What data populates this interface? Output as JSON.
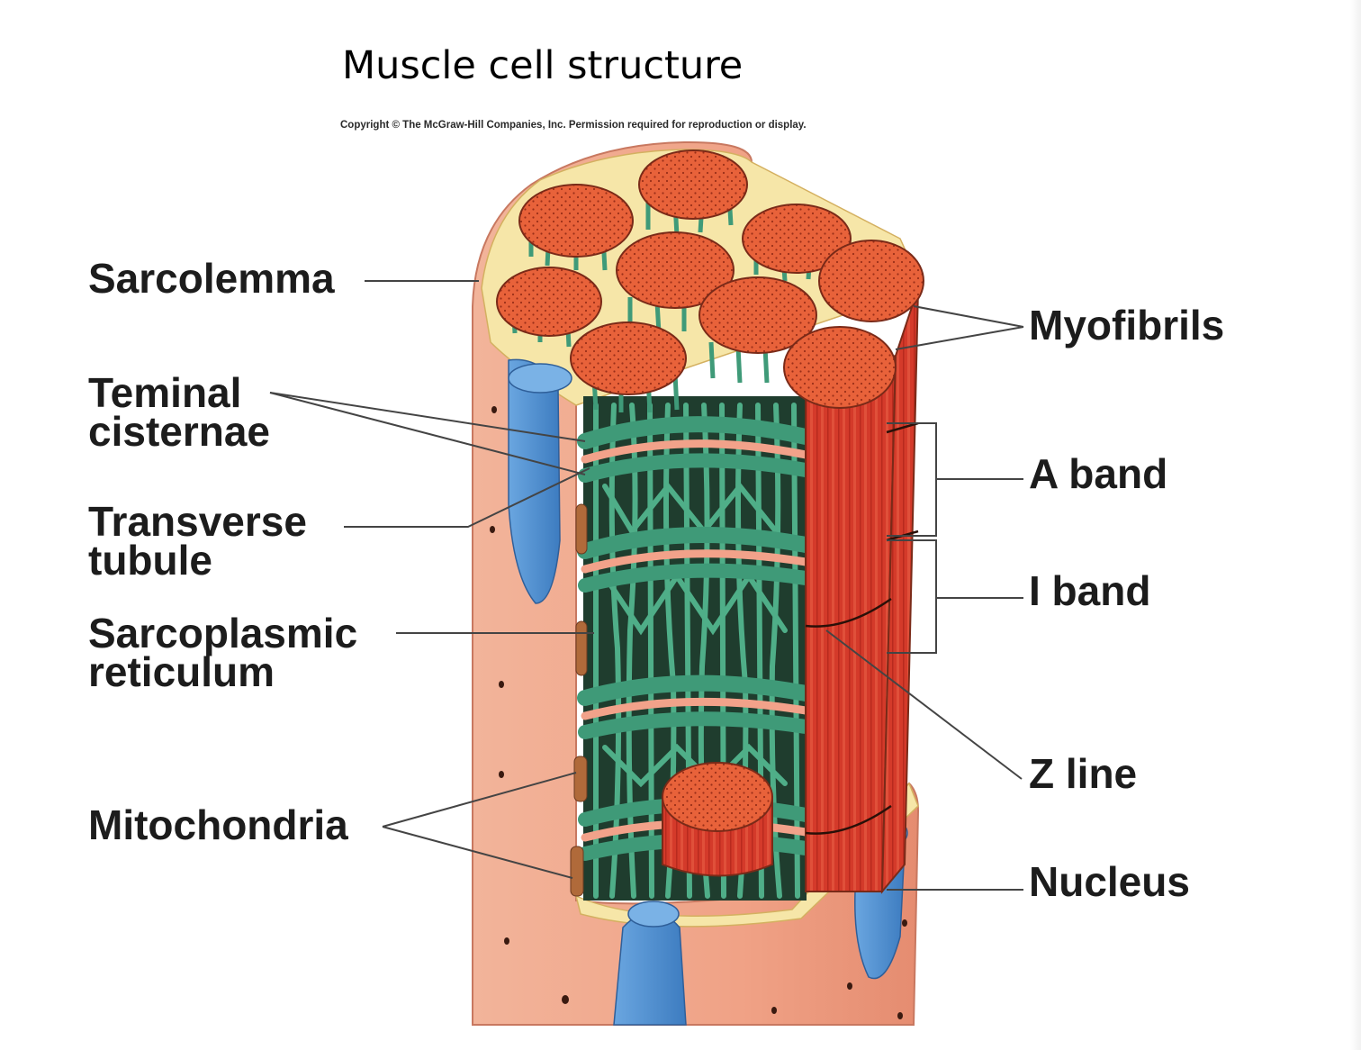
{
  "title": "Muscle cell structure",
  "copyright": "Copyright © The McGraw-Hill Companies, Inc. Permission required for reproduction or display.",
  "labels": {
    "sarcolemma": "Sarcolemma",
    "terminal_cisternae": [
      "Teminal",
      "cisternae"
    ],
    "transverse_tubule": [
      "Transverse",
      "tubule"
    ],
    "sarcoplasmic_reticulum": [
      "Sarcoplasmic",
      "reticulum"
    ],
    "mitochondria": "Mitochondria",
    "myofibrils": "Myofibrils",
    "a_band": "A band",
    "i_band": "I band",
    "z_line": "Z line",
    "nucleus": "Nucleus"
  },
  "colors": {
    "sarcolemma_skin": "#f0a688",
    "myofibril_face": "#e8623a",
    "myofibril_side": "#d43a2a",
    "sarcoplasmic_reticulum": "#3f9a78",
    "t_tubule": "#f2a28a",
    "nucleus": "#4f8fd0",
    "cytoplasm": "#f6e6a8",
    "mitochondria": "#b06a3a"
  }
}
